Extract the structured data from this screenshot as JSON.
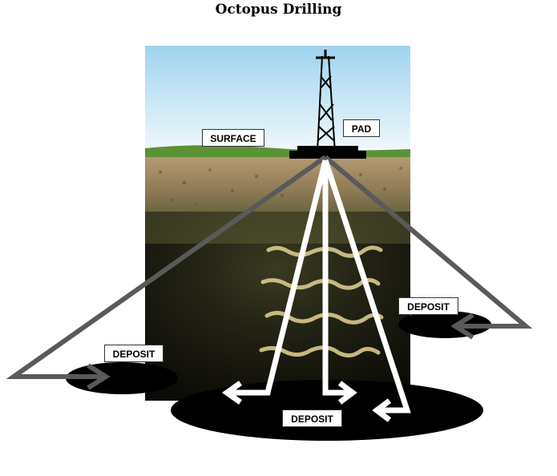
{
  "title": "Octopus Drilling",
  "labels": {
    "surface": "SURFACE",
    "pad": "PAD",
    "deposit_left": "DEPOSIT",
    "deposit_right": "DEPOSIT",
    "deposit_main": "DEPOSIT"
  },
  "colors": {
    "sky_top": "#bfe3f5",
    "grass": "#4f8a2c",
    "soil": "#a8926a",
    "underground": "#1c1c14",
    "deposit": "#000000",
    "side_well": "#5a5a5a",
    "center_well": "#ffffff",
    "seam": "#d9c98a"
  }
}
